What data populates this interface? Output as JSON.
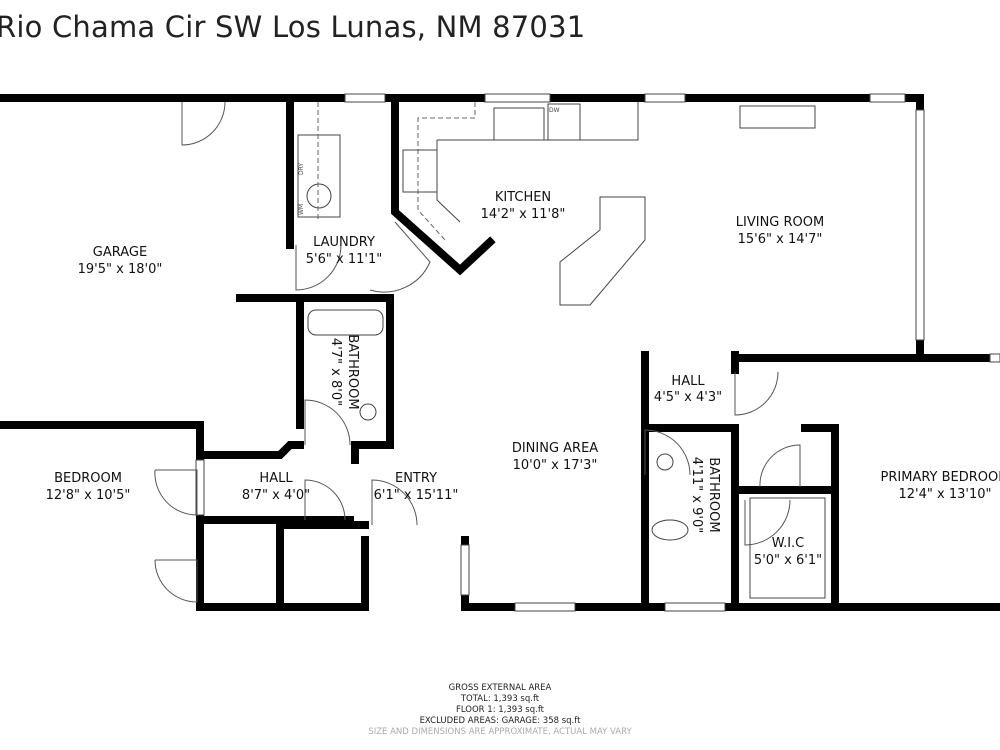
{
  "title": "Rio Chama Cir SW Los Lunas, NM 87031",
  "rooms": [
    {
      "name": "GARAGE",
      "dims": "19'5\" x 18'0\""
    },
    {
      "name": "LAUNDRY",
      "dims": "5'6\" x 11'1\""
    },
    {
      "name": "KITCHEN",
      "dims": "14'2\" x 11'8\""
    },
    {
      "name": "LIVING ROOM",
      "dims": "15'6\" x 14'7\""
    },
    {
      "name": "BATHROOM",
      "dims": "4'7\" x 8'0\""
    },
    {
      "name": "HALL",
      "dims": "4'5\" x 4'3\""
    },
    {
      "name": "DINING AREA",
      "dims": "10'0\" x 17'3\""
    },
    {
      "name": "BATHROOM",
      "dims": "4'11\" x 9'0\""
    },
    {
      "name": "PRIMARY BEDROOM",
      "dims": "12'4\" x 13'10\""
    },
    {
      "name": "BEDROOM",
      "dims": "12'8\" x 10'5\""
    },
    {
      "name": "HALL",
      "dims": "8'7\" x 4'0\""
    },
    {
      "name": "ENTRY",
      "dims": "6'1\" x 15'11\""
    },
    {
      "name": "W.I.C",
      "dims": "5'0\" x 6'1\""
    }
  ],
  "fixtures": {
    "dryer": "DRY",
    "washer": "WM",
    "dishwasher": "DW"
  },
  "area_summary": {
    "heading": "GROSS EXTERNAL AREA",
    "total": "TOTAL: 1,393 sq.ft",
    "floor1": "FLOOR 1: 1,393 sq.ft",
    "excluded": "EXCLUDED AREAS: GARAGE: 358 sq.ft",
    "disclaimer": "SIZE AND DIMENSIONS ARE APPROXIMATE, ACTUAL MAY VARY"
  }
}
